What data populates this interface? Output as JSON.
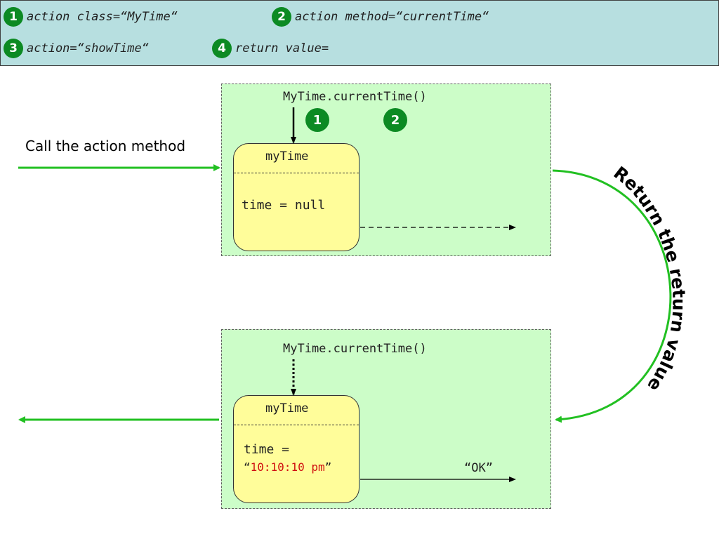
{
  "header": {
    "items": [
      {
        "num": "1",
        "text": "action class=“MyTime“"
      },
      {
        "num": "2",
        "text": "action method=“currentTime“"
      },
      {
        "num": "3",
        "text": "action=“showTime“"
      },
      {
        "num": "4",
        "text": "return value="
      }
    ]
  },
  "top_panel": {
    "method_call": "MyTime.currentTime()",
    "badge1": "1",
    "badge2": "2",
    "object_name": "myTime",
    "field": "time = null"
  },
  "bottom_panel": {
    "method_call": "MyTime.currentTime()",
    "object_name": "myTime",
    "field_prefix": "time =",
    "field_open_quote": "“",
    "field_value": "10:10:10 pm",
    "field_close_quote": "”",
    "return_label": "“OK”"
  },
  "labels": {
    "call_action": "Call the action method",
    "return_value": "Return the return value"
  },
  "colors": {
    "arrow_green": "#22c022",
    "badge_green": "#0c8a23",
    "panel_green": "#ccfdc8",
    "object_yellow": "#fffd9a",
    "header_blue": "#b7dfe0",
    "value_red": "#d01010"
  }
}
